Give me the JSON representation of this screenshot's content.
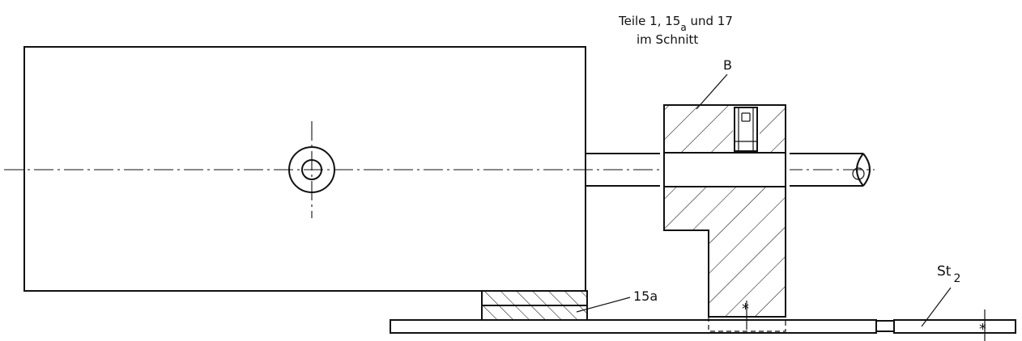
{
  "title": {
    "line1_prefix": "Teile 1, 15",
    "line1_sub": "a",
    "line1_suffix": " und 17",
    "line2": "im Schnitt"
  },
  "labels": {
    "part_b": "B",
    "part_15a": "15a",
    "part_st2_base": "St",
    "part_st2_sub": "2"
  }
}
